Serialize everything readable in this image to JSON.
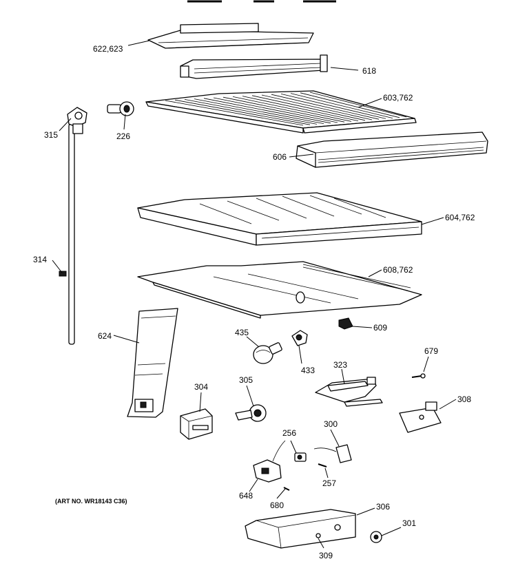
{
  "callouts": {
    "p622_623": "622,623",
    "p618": "618",
    "p603_762": "603,762",
    "p315": "315",
    "p226": "226",
    "p606": "606",
    "p604_762": "604,762",
    "p314": "314",
    "p608_762": "608,762",
    "p609": "609",
    "p624": "624",
    "p435": "435",
    "p433": "433",
    "p323": "323",
    "p679": "679",
    "p304": "304",
    "p305": "305",
    "p308": "308",
    "p256": "256",
    "p300": "300",
    "p257": "257",
    "p648": "648",
    "p680": "680",
    "p306": "306",
    "p301": "301",
    "p309": "309"
  },
  "art_number": "(ART NO. WR18143 C36)"
}
